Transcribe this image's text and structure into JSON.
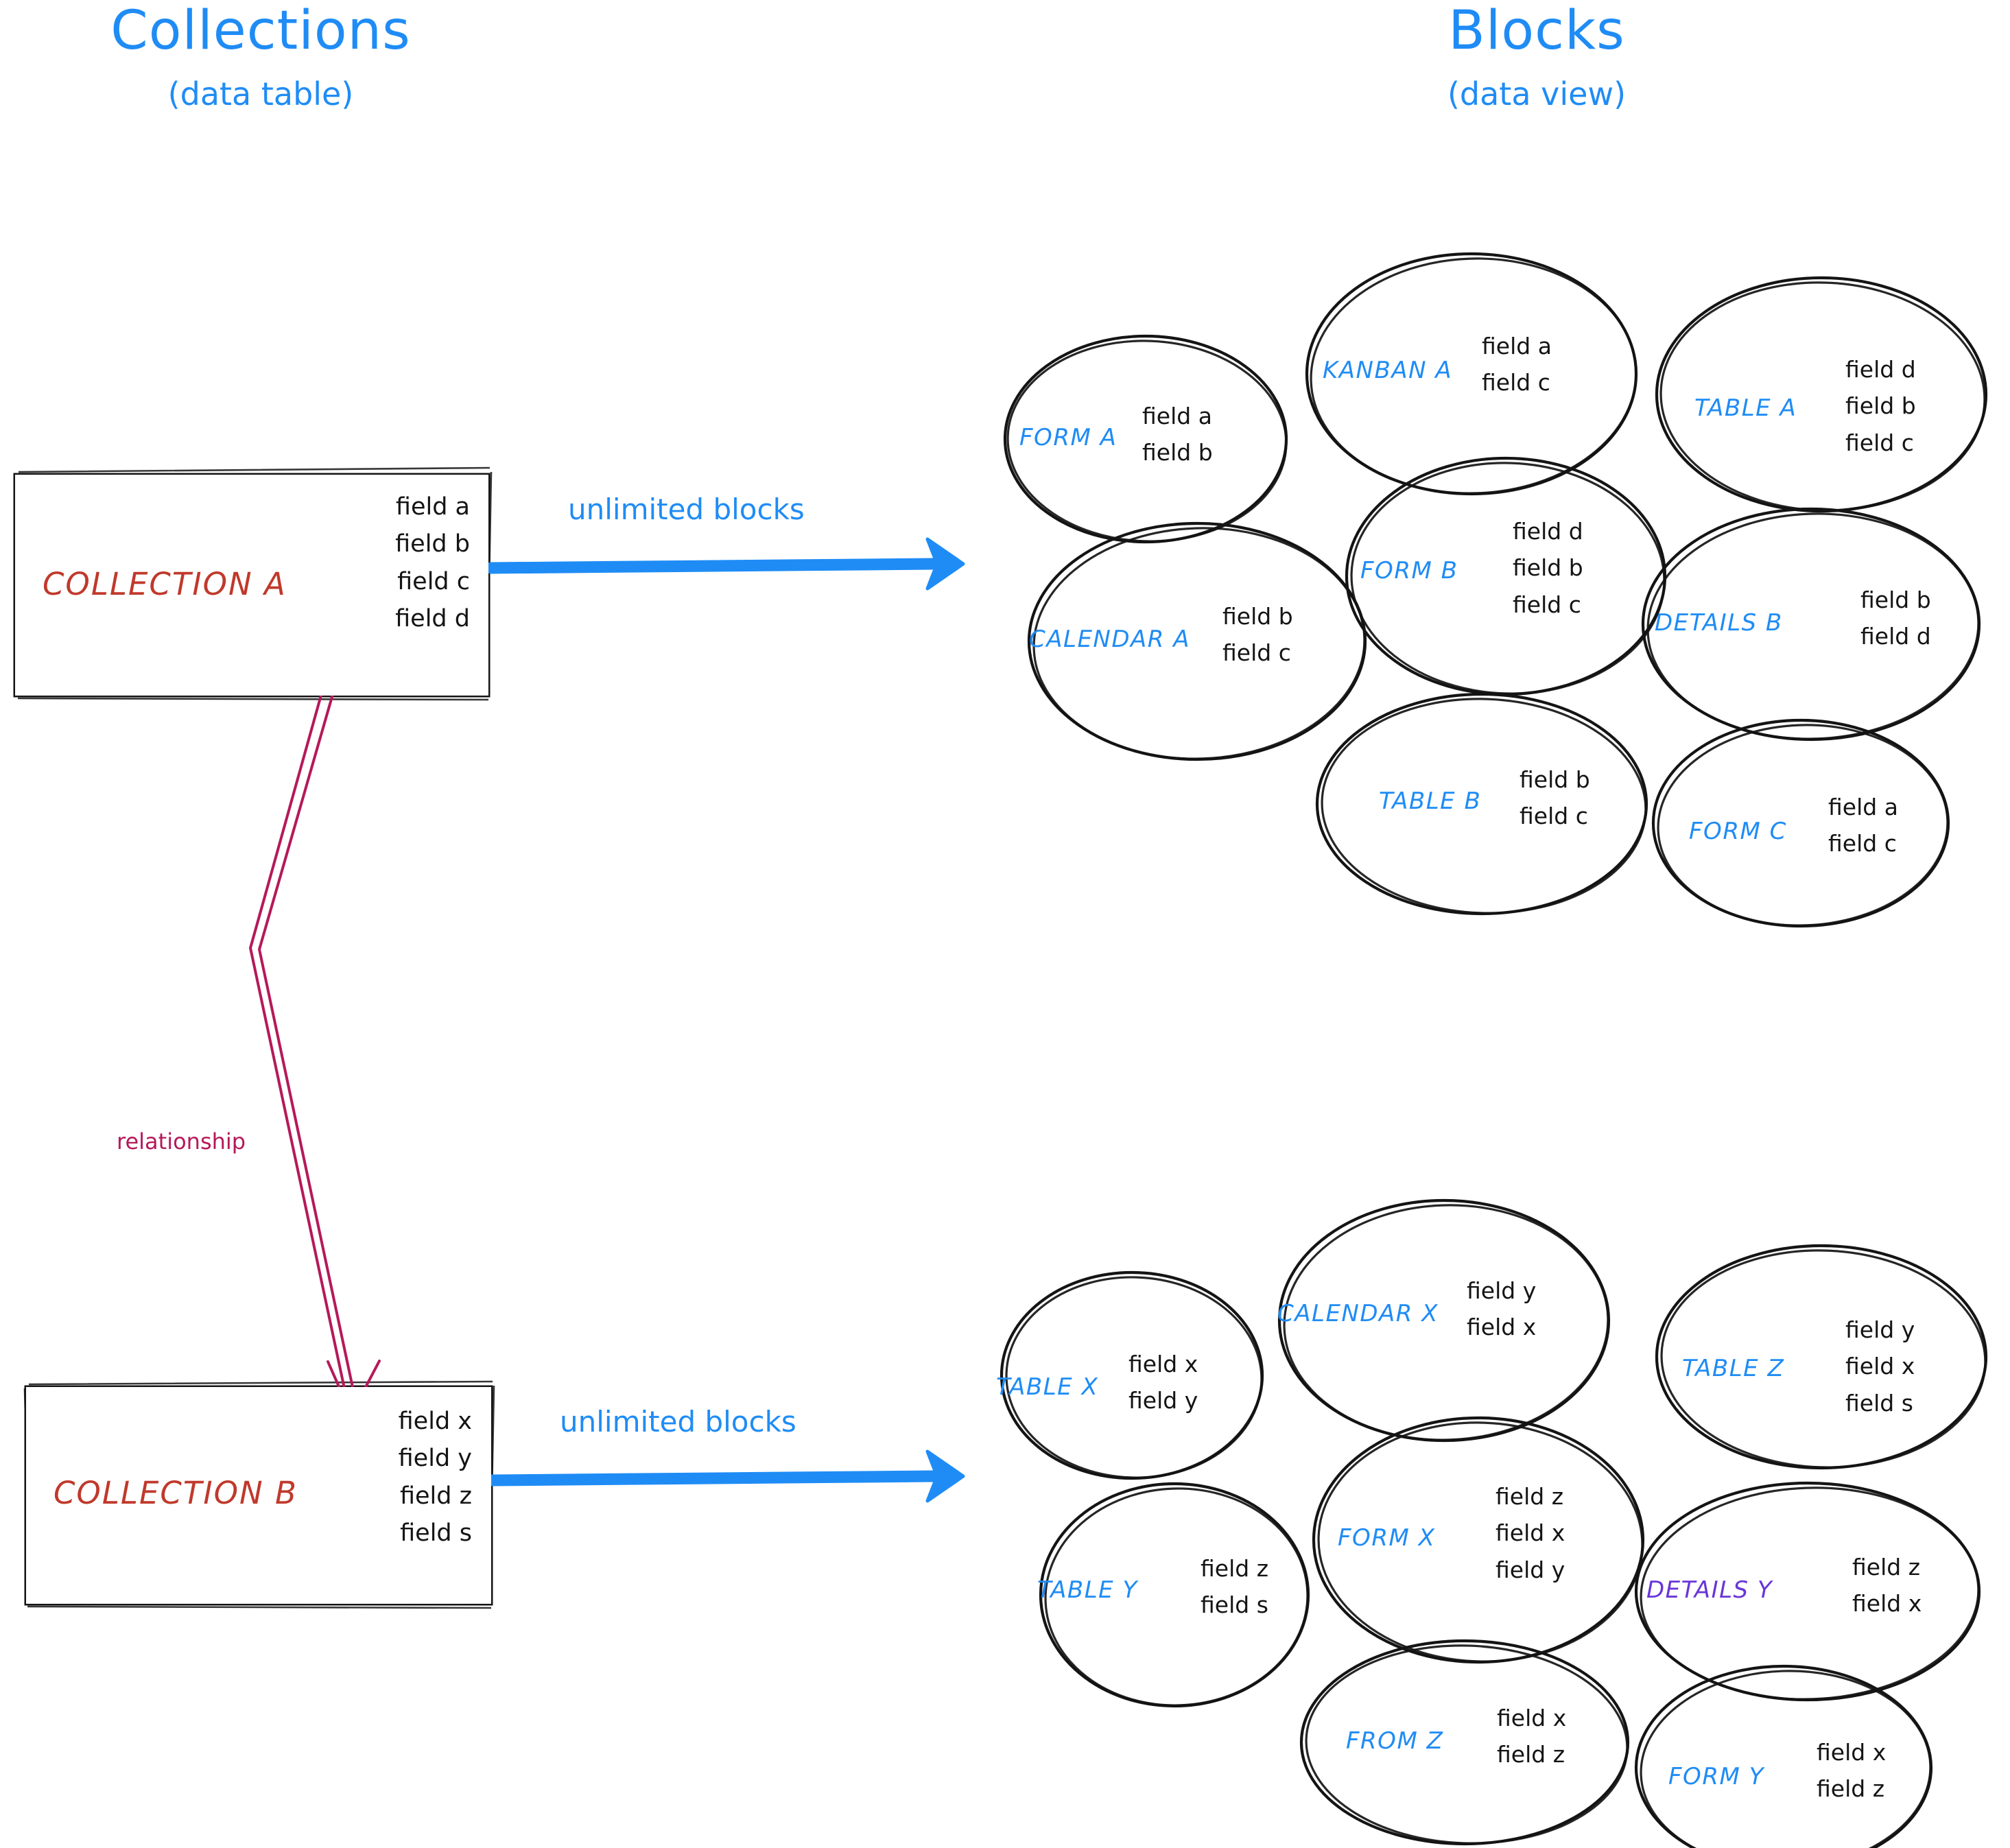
{
  "headers": {
    "left": {
      "title": "Collections",
      "subtitle": "(data table)"
    },
    "right": {
      "title": "Blocks",
      "subtitle": "(data view)"
    }
  },
  "colors": {
    "accent_blue": "#1f8cf5",
    "collection_red": "#c0392b",
    "relationship_crimson": "#b5195a",
    "details_y_purple": "#6a35d8",
    "stroke_black": "#141414"
  },
  "arrows": {
    "top_label": "unlimited blocks",
    "bottom_label": "unlimited blocks",
    "relationship_label": "relationship"
  },
  "collections": [
    {
      "id": "collection-a",
      "name": "COLLECTION A",
      "fields": [
        "field a",
        "field b",
        "field c",
        "field d"
      ]
    },
    {
      "id": "collection-b",
      "name": "COLLECTION B",
      "fields": [
        "field x",
        "field y",
        "field z",
        "field s"
      ]
    }
  ],
  "block_groups": [
    {
      "id": "blocks-a",
      "for_collection": "COLLECTION A",
      "blocks": [
        {
          "id": "form-a",
          "name": "FORM A",
          "name_color": "#1f8cf5",
          "fields": [
            "field a",
            "field b"
          ]
        },
        {
          "id": "kanban-a",
          "name": "KANBAN A",
          "name_color": "#1f8cf5",
          "fields": [
            "field a",
            "field c"
          ]
        },
        {
          "id": "table-a",
          "name": "TABLE A",
          "name_color": "#1f8cf5",
          "fields": [
            "field d",
            "field b",
            "field c"
          ]
        },
        {
          "id": "calendar-a",
          "name": "CALENDAR A",
          "name_color": "#1f8cf5",
          "fields": [
            "field b",
            "field c"
          ]
        },
        {
          "id": "form-b",
          "name": "FORM B",
          "name_color": "#1f8cf5",
          "fields": [
            "field d",
            "field b",
            "field c"
          ]
        },
        {
          "id": "details-b",
          "name": "DETAILS B",
          "name_color": "#1f8cf5",
          "fields": [
            "field b",
            "field d"
          ]
        },
        {
          "id": "table-b",
          "name": "TABLE B",
          "name_color": "#1f8cf5",
          "fields": [
            "field b",
            "field c"
          ]
        },
        {
          "id": "form-c",
          "name": "FORM C",
          "name_color": "#1f8cf5",
          "fields": [
            "field a",
            "field c"
          ]
        }
      ]
    },
    {
      "id": "blocks-b",
      "for_collection": "COLLECTION B",
      "blocks": [
        {
          "id": "table-x",
          "name": "TABLE X",
          "name_color": "#1f8cf5",
          "fields": [
            "field x",
            "field y"
          ]
        },
        {
          "id": "calendar-x",
          "name": "CALENDAR X",
          "name_color": "#1f8cf5",
          "fields": [
            "field y",
            "field x"
          ]
        },
        {
          "id": "table-z",
          "name": "TABLE Z",
          "name_color": "#1f8cf5",
          "fields": [
            "field y",
            "field x",
            "field s"
          ]
        },
        {
          "id": "table-y",
          "name": "TABLE Y",
          "name_color": "#1f8cf5",
          "fields": [
            "field z",
            "field s"
          ]
        },
        {
          "id": "form-x",
          "name": "FORM X",
          "name_color": "#1f8cf5",
          "fields": [
            "field z",
            "field x",
            "field y"
          ]
        },
        {
          "id": "details-y",
          "name": "DETAILS Y",
          "name_color": "#6a35d8",
          "fields": [
            "field z",
            "field x"
          ]
        },
        {
          "id": "from-z",
          "name": "FROM Z",
          "name_color": "#1f8cf5",
          "fields": [
            "field x",
            "field z"
          ]
        },
        {
          "id": "form-y",
          "name": "FORM Y",
          "name_color": "#1f8cf5",
          "fields": [
            "field x",
            "field z"
          ]
        }
      ]
    }
  ]
}
